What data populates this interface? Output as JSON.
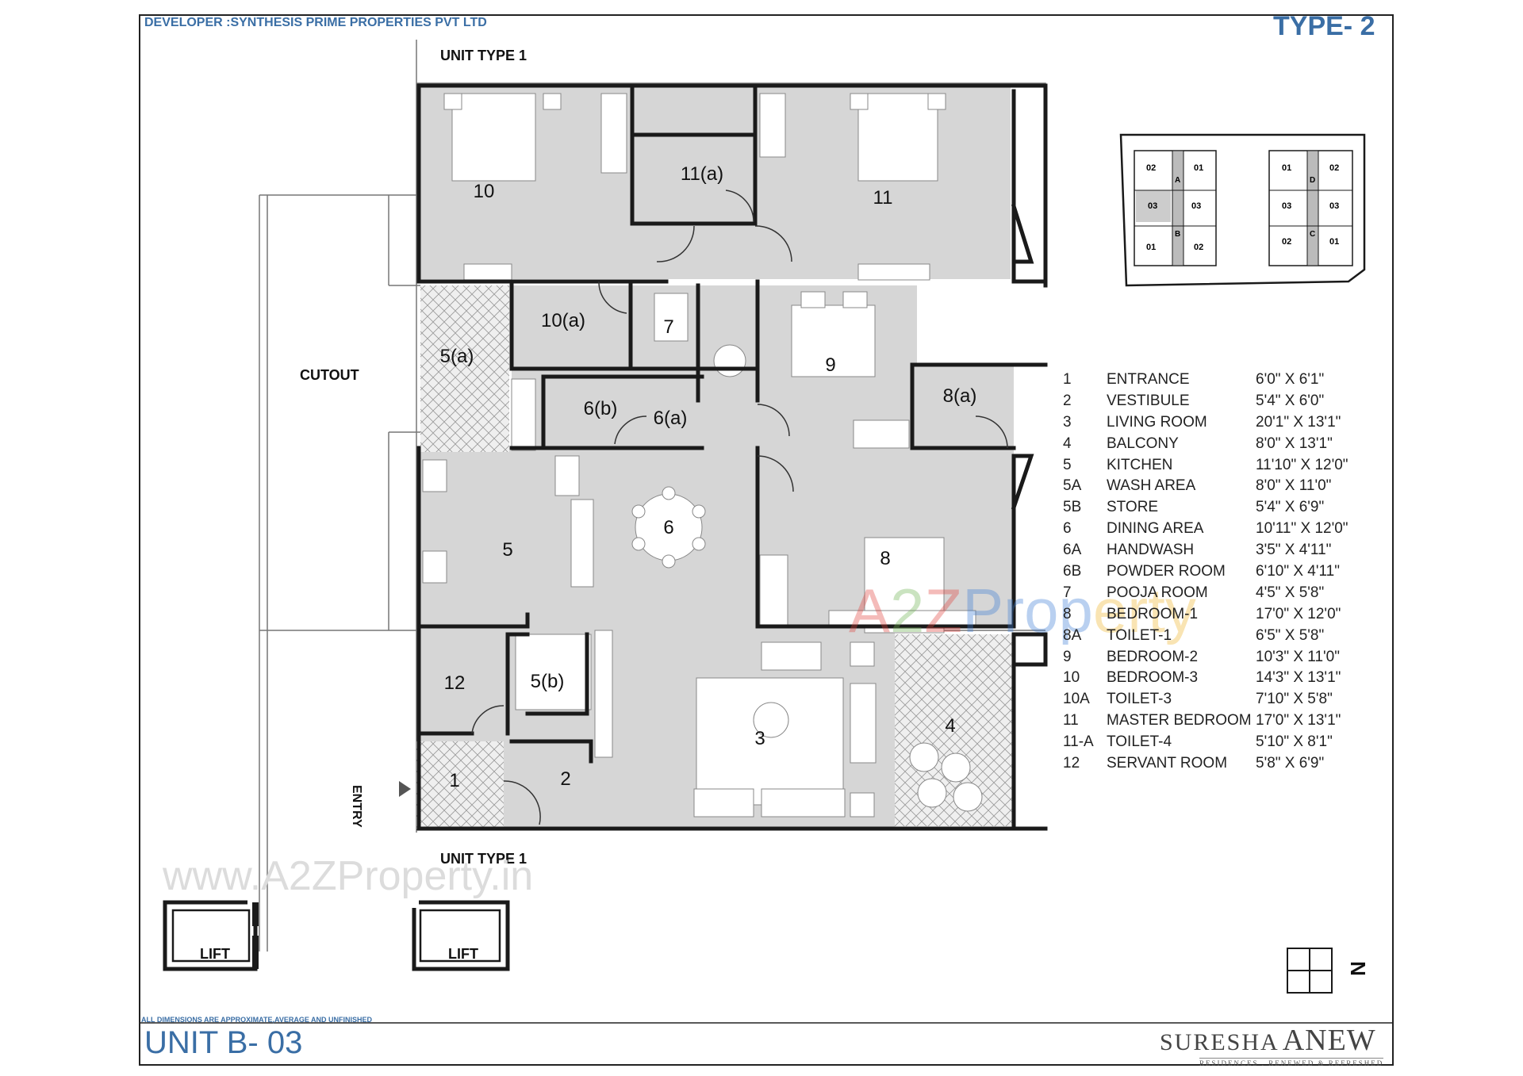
{
  "developer": "DEVELOPER :SYNTHESIS PRIME PROPERTIES PVT LTD",
  "type_label": "TYPE- 2",
  "unit_type_top": "UNIT TYPE 1",
  "unit_type_bottom": "UNIT TYPE 1",
  "cutout": "CUTOUT",
  "entry": "ENTRY",
  "lift_label": "LIFT",
  "rooms": {
    "r1": "1",
    "r2": "2",
    "r3": "3",
    "r4": "4",
    "r5": "5",
    "r5a": "5(a)",
    "r5b": "5(b)",
    "r6": "6",
    "r6a": "6(a)",
    "r6b": "6(b)",
    "r7": "7",
    "r8": "8",
    "r8a": "8(a)",
    "r9": "9",
    "r10": "10",
    "r10a": "10(a)",
    "r11": "11",
    "r11a": "11(a)",
    "r12": "12"
  },
  "key_plan": {
    "left_block": [
      "02",
      "01",
      "03",
      "03",
      "01",
      "02"
    ],
    "left_letters": [
      "A",
      "B"
    ],
    "right_block": [
      "01",
      "02",
      "03",
      "03",
      "02",
      "01"
    ],
    "right_letters": [
      "D",
      "C"
    ]
  },
  "legend": [
    {
      "num": "1",
      "name": "ENTRANCE",
      "dim": "6'0\"  X  6'1\""
    },
    {
      "num": "2",
      "name": "VESTIBULE",
      "dim": "5'4\"  X  6'0\""
    },
    {
      "num": "3",
      "name": "LIVING ROOM",
      "dim": "20'1\"  X  13'1\""
    },
    {
      "num": "4",
      "name": "BALCONY",
      "dim": "8'0\"  X  13'1\""
    },
    {
      "num": "5",
      "name": "KITCHEN",
      "dim": "11'10\" X 12'0\""
    },
    {
      "num": "5A",
      "name": "WASH AREA",
      "dim": "8'0\" X 11'0\""
    },
    {
      "num": "5B",
      "name": "STORE",
      "dim": "5'4\" X 6'9\""
    },
    {
      "num": "6",
      "name": "DINING AREA",
      "dim": "10'11\" X 12'0\""
    },
    {
      "num": "6A",
      "name": "HANDWASH",
      "dim": "3'5\" X 4'11\""
    },
    {
      "num": "6B",
      "name": "POWDER ROOM",
      "dim": "6'10\" X 4'11\""
    },
    {
      "num": "7",
      "name": "POOJA ROOM",
      "dim": "4'5\" X 5'8\""
    },
    {
      "num": "8",
      "name": "BEDROOM-1",
      "dim": "17'0\" X 12'0\""
    },
    {
      "num": "8A",
      "name": "TOILET-1",
      "dim": "6'5\" X 5'8\""
    },
    {
      "num": "9",
      "name": "BEDROOM-2",
      "dim": "10'3\" X 11'0\""
    },
    {
      "num": "10",
      "name": "BEDROOM-3",
      "dim": "14'3\" X 13'1\""
    },
    {
      "num": "10A",
      "name": "TOILET-3",
      "dim": "7'10\" X 5'8\""
    },
    {
      "num": "11",
      "name": "MASTER BEDROOM",
      "dim": "17'0\" X 13'1\""
    },
    {
      "num": "11-A",
      "name": "TOILET-4",
      "dim": "5'10\" X 8'1\""
    },
    {
      "num": "12",
      "name": "SERVANT ROOM",
      "dim": "5'8\" X 6'9\""
    }
  ],
  "north": "N",
  "note": "ALL DIMENSIONS ARE APPROXIMATE,AVERAGE AND UNFINISHED",
  "unit_no": "UNIT B-  03",
  "brand": {
    "part1": "SURESHA",
    "part2": "ANEW",
    "tagline": "RESIDENCES . RENEWED & REFRESHED"
  },
  "watermark_url": "www.A2ZProperty.in",
  "watermark_logo": {
    "a": "A",
    "two": "2",
    "z": "Z",
    "rest1": "Prop",
    "rest2": "erty"
  }
}
